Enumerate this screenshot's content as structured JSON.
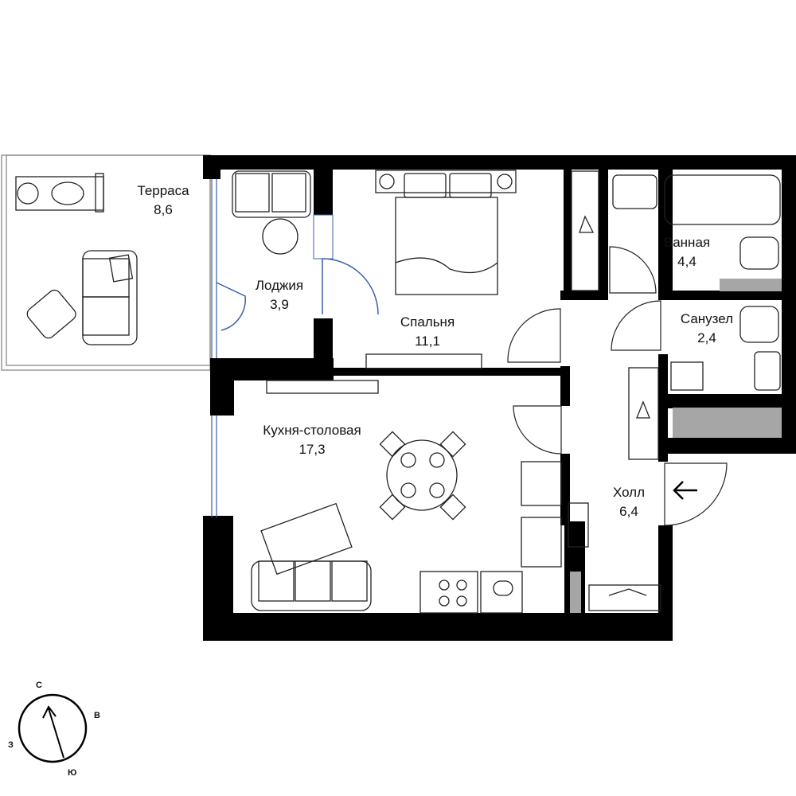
{
  "rooms": {
    "terrace": {
      "name": "Терраса",
      "area": "8,6"
    },
    "loggia": {
      "name": "Лоджия",
      "area": "3,9"
    },
    "bedroom": {
      "name": "Спальня",
      "area": "11,1"
    },
    "bathroom": {
      "name": "Ванная",
      "area": "4,4"
    },
    "toilet": {
      "name": "Санузел",
      "area": "2,4"
    },
    "kitchen": {
      "name": "Кухня-столовая",
      "area": "17,3"
    },
    "hall": {
      "name": "Холл",
      "area": "6,4"
    }
  },
  "compass": {
    "north": "С",
    "east": "В",
    "south": "Ю",
    "west": "З"
  },
  "colors": {
    "wall": "#000000",
    "door": "#3a5fa8",
    "shaft": "#a6a6a6",
    "line": "#222222"
  },
  "icons": [
    "entrance-arrow-icon",
    "compass-icon",
    "bed-icon",
    "sofa-icon",
    "bathtub-icon",
    "toilet-icon",
    "sink-icon",
    "stove-icon",
    "fridge-icon",
    "dining-table-icon",
    "hanger-icon",
    "washing-machine-icon",
    "shoes-icon",
    "sun-lounger-icon",
    "armchair-icon"
  ]
}
